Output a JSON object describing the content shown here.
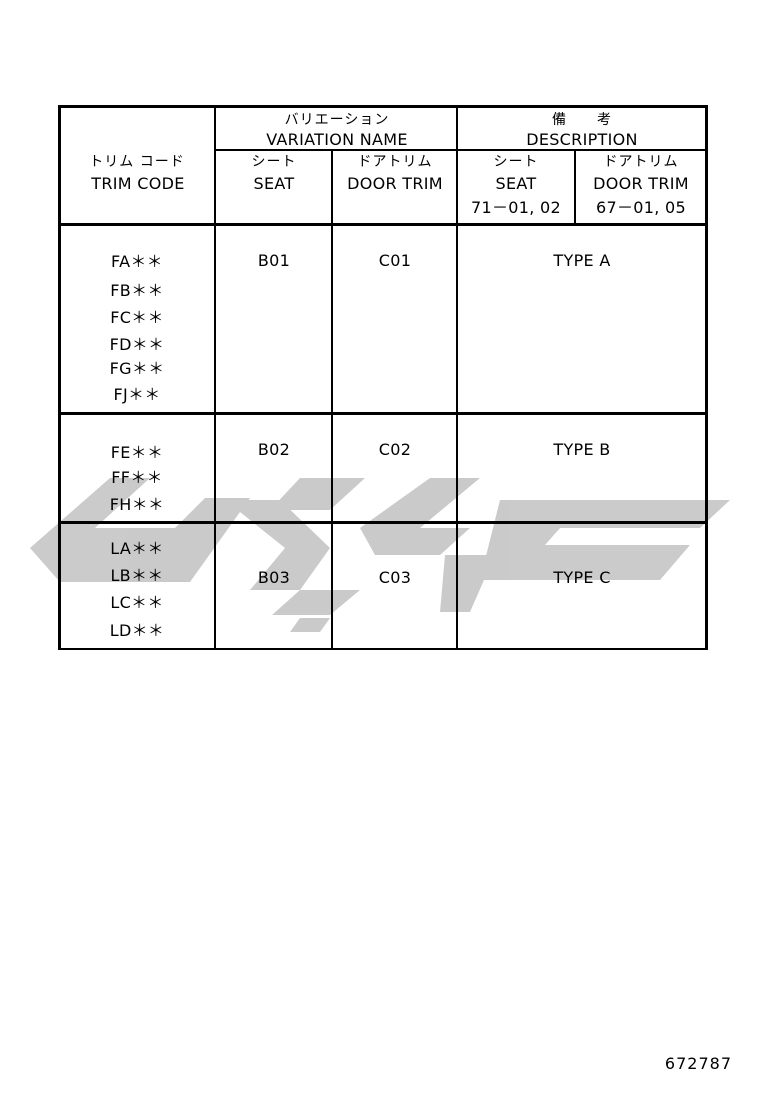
{
  "table": {
    "header": {
      "trim_code_jp": "トリム コード",
      "trim_code": "TRIM CODE",
      "variation_jp": "バリエーション",
      "variation": "VARIATION NAME",
      "description_jp": "備　　考",
      "description": "DESCRIPTION",
      "seat_jp": "シート",
      "seat": "SEAT",
      "door_trim_jp": "ドアトリム",
      "door_trim": "DOOR TRIM",
      "desc_seat_jp": "シート",
      "desc_seat": "SEAT",
      "desc_seat_ref": "71－01, 02",
      "desc_door_trim_jp": "ドアトリム",
      "desc_door_trim": "DOOR TRIM",
      "desc_door_trim_ref": "67－01, 05"
    },
    "groups": [
      {
        "codes": [
          "FA＊＊",
          "FB＊＊",
          "FC＊＊",
          "FD＊＊",
          "FG＊＊",
          "FJ＊＊"
        ],
        "seat": "B01",
        "door_trim": "C01",
        "description": "TYPE  A"
      },
      {
        "codes": [
          "FE＊＊",
          "FF＊＊",
          "FH＊＊"
        ],
        "seat": "B02",
        "door_trim": "C02",
        "description": "TYPE B"
      },
      {
        "codes": [
          "LA＊＊",
          "LB＊＊",
          "LC＊＊",
          "LD＊＊"
        ],
        "seat": "B03",
        "door_trim": "C03",
        "description": "TYPE C"
      }
    ]
  },
  "document_number": "672787",
  "watermark_color": "#c8c8c8"
}
